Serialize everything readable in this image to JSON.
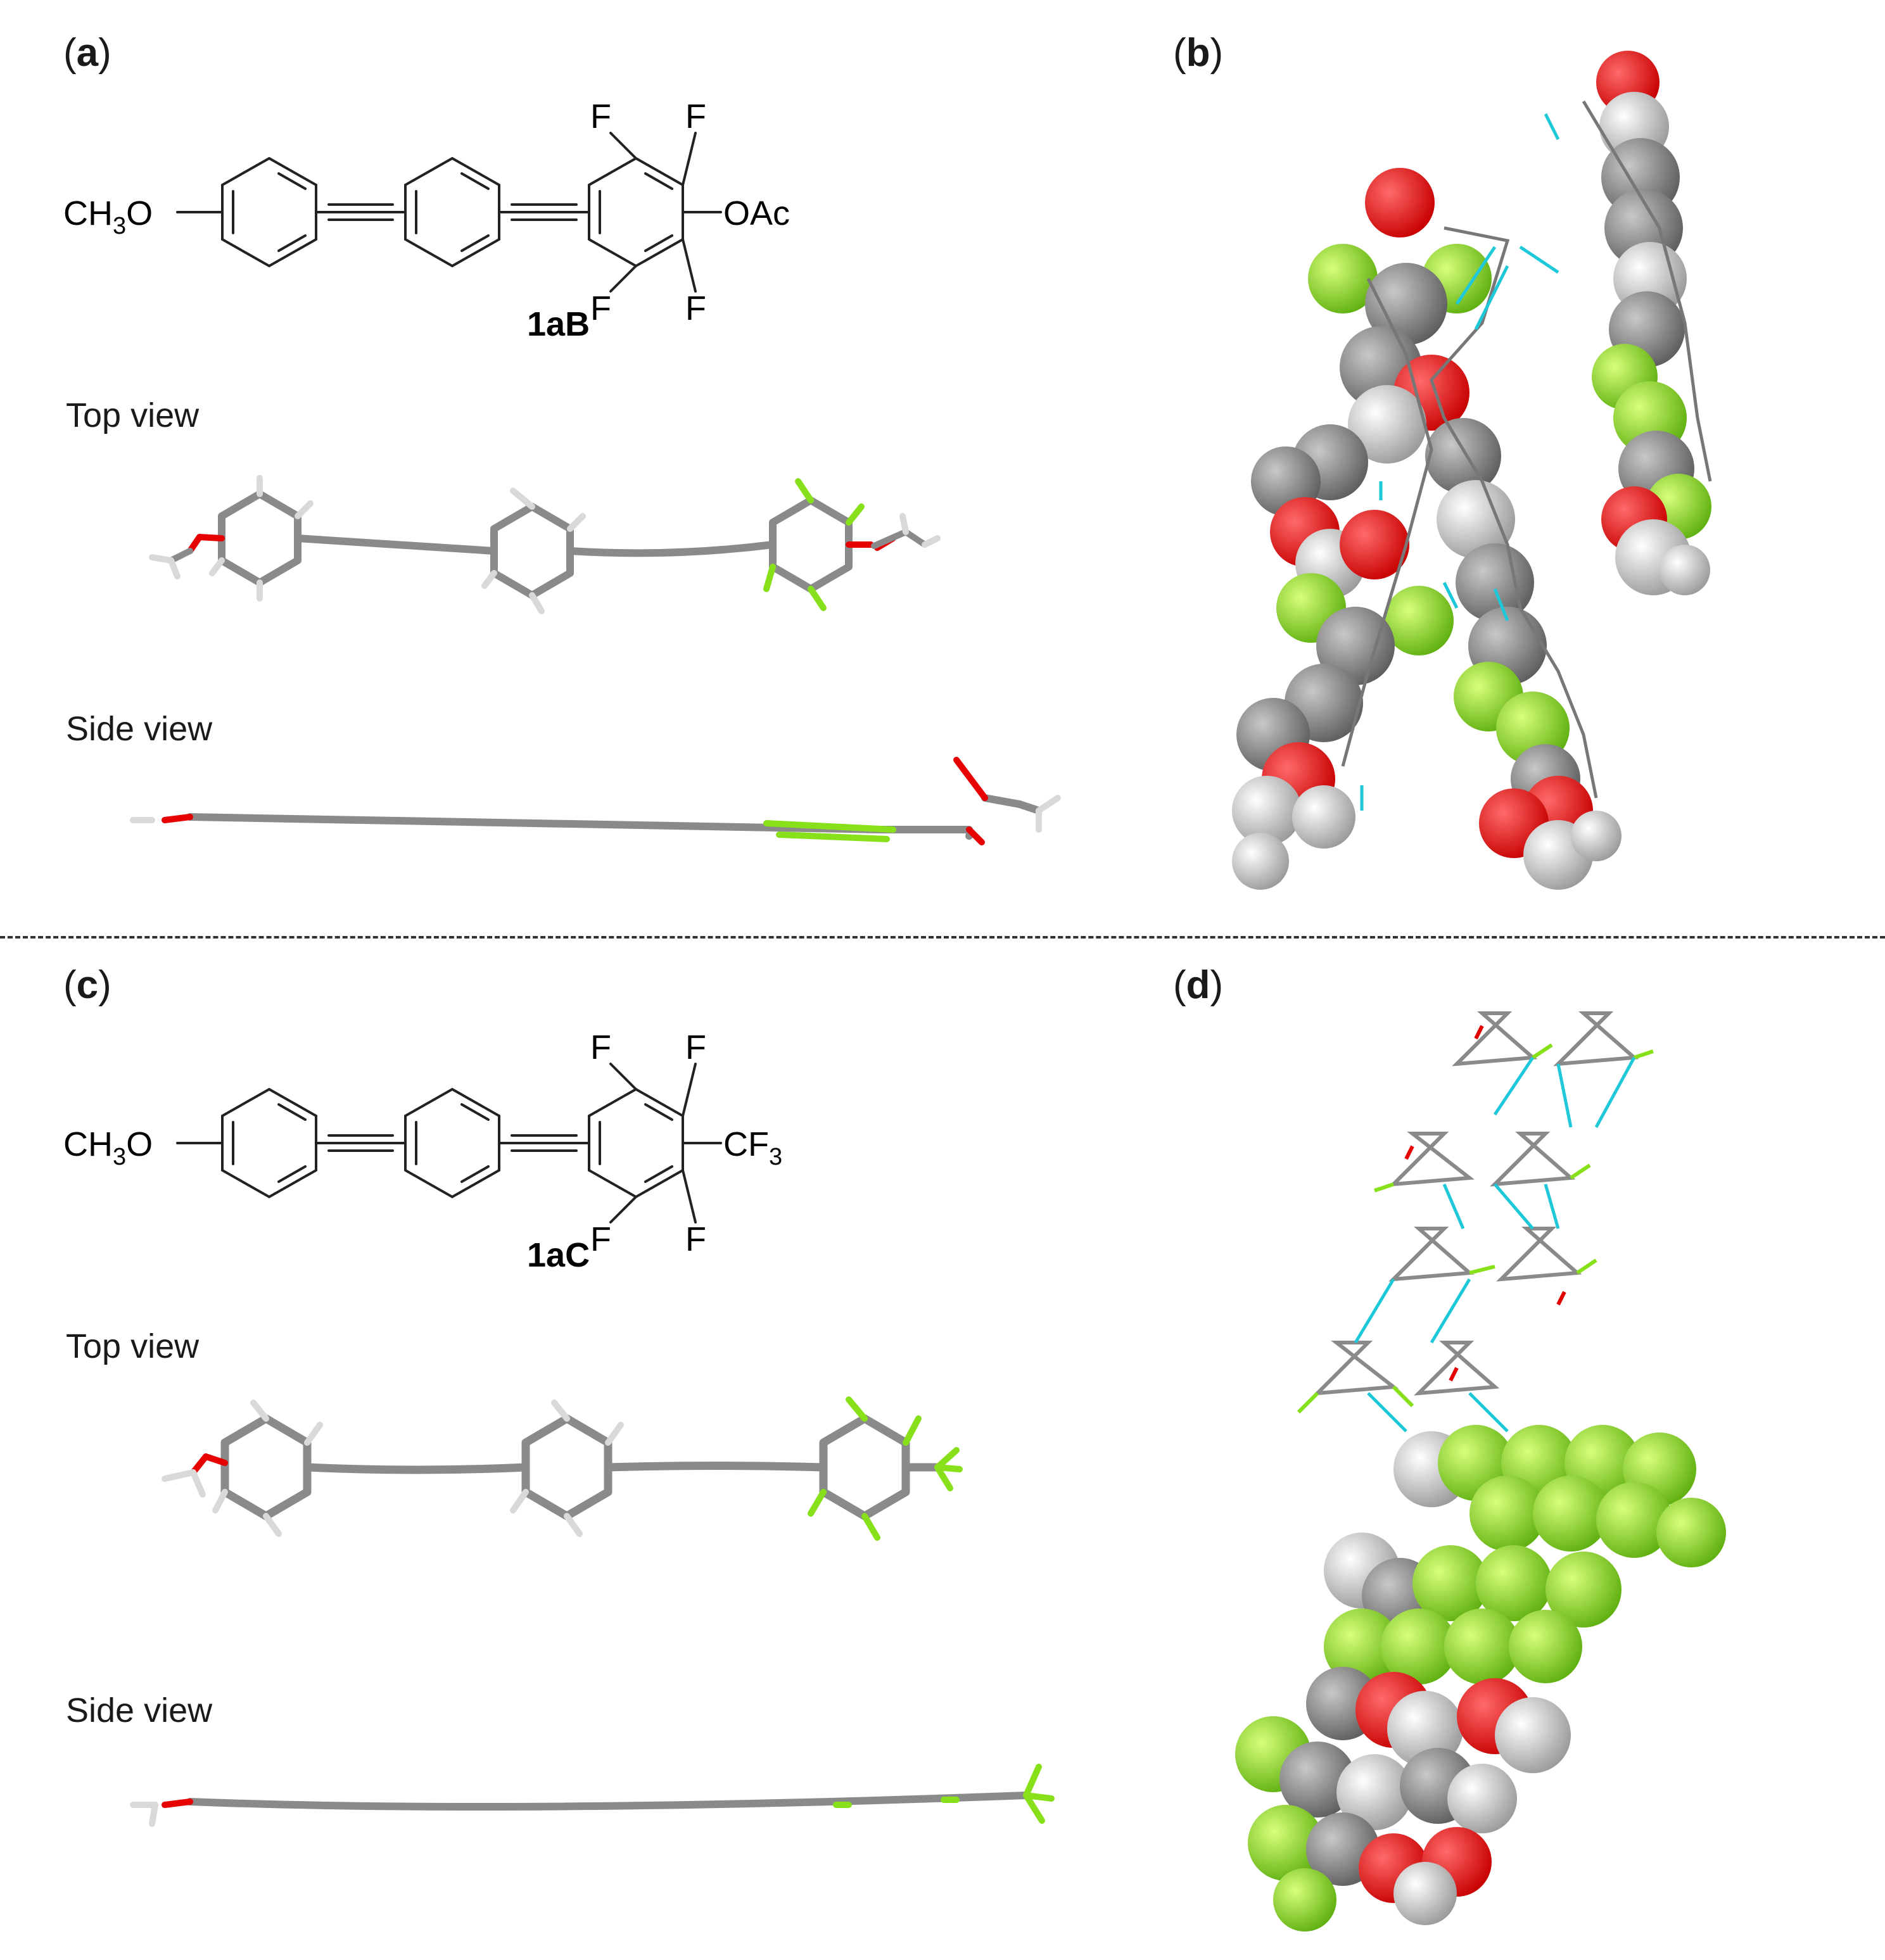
{
  "panels": {
    "a": {
      "open": "(",
      "letter": "a",
      "close": ")"
    },
    "b": {
      "open": "(",
      "letter": "b",
      "close": ")"
    },
    "c": {
      "open": "(",
      "letter": "c",
      "close": ")"
    },
    "d": {
      "open": "(",
      "letter": "d",
      "close": ")"
    }
  },
  "compound_1": {
    "name": "1aB",
    "left_group": {
      "main": "CH",
      "sub": "3",
      "tail": "O"
    },
    "right_group": "OAc",
    "fluorine": "F",
    "top_view_label": "Top view",
    "side_view_label": "Side view"
  },
  "compound_2": {
    "name": "1aC",
    "left_group": {
      "main": "CH",
      "sub": "3",
      "tail": "O"
    },
    "right_group": {
      "main": "CF",
      "sub": "3"
    },
    "fluorine": "F",
    "top_view_label": "Top view",
    "side_view_label": "Side view"
  },
  "colors": {
    "carbon": "#8a8a8a",
    "hydrogen": "#d9d9d9",
    "oxygen": "#e60000",
    "fluorine": "#88e01a",
    "contact": "#1ec8d8",
    "bond_line": "#222222"
  }
}
